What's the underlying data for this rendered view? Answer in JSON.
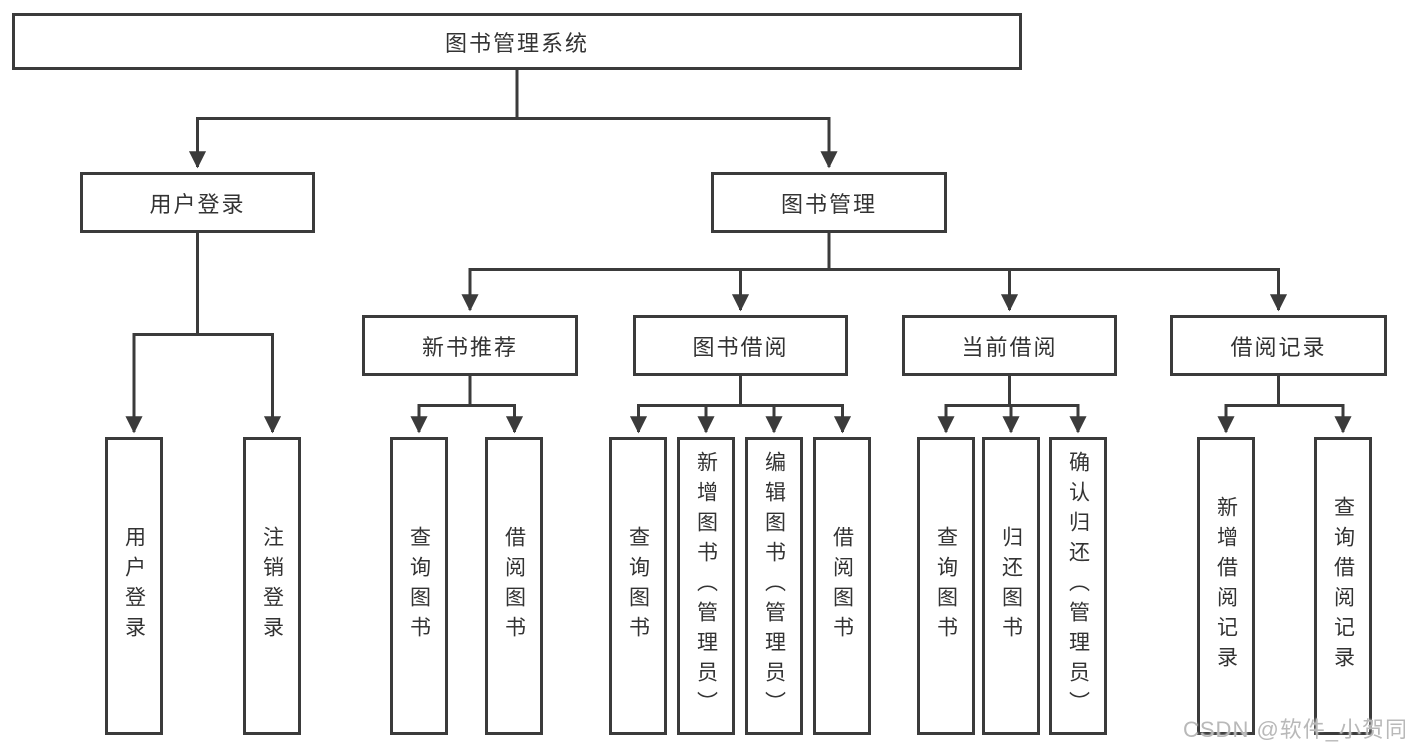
{
  "colors": {
    "line": "#3b3b3b",
    "box_border": "#3b3b3b",
    "text": "#333333",
    "watermark": "#b9b9b9"
  },
  "diagram": {
    "root": "图书管理系统",
    "user_login": {
      "label": "用户登录",
      "children": [
        "用户登录",
        "注销登录"
      ]
    },
    "book_mgmt": {
      "label": "图书管理",
      "groups": [
        {
          "label": "新书推荐",
          "children": [
            "查询图书",
            "借阅图书"
          ]
        },
        {
          "label": "图书借阅",
          "children": [
            "查询图书",
            "新增图书（管理员）",
            "编辑图书（管理员）",
            "借阅图书"
          ]
        },
        {
          "label": "当前借阅",
          "children": [
            "查询图书",
            "归还图书",
            "确认归还（管理员）"
          ]
        },
        {
          "label": "借阅记录",
          "children": [
            "新增借阅记录",
            "查询借阅记录"
          ]
        }
      ]
    }
  },
  "watermark": "CSDN @软件_小贺同学"
}
